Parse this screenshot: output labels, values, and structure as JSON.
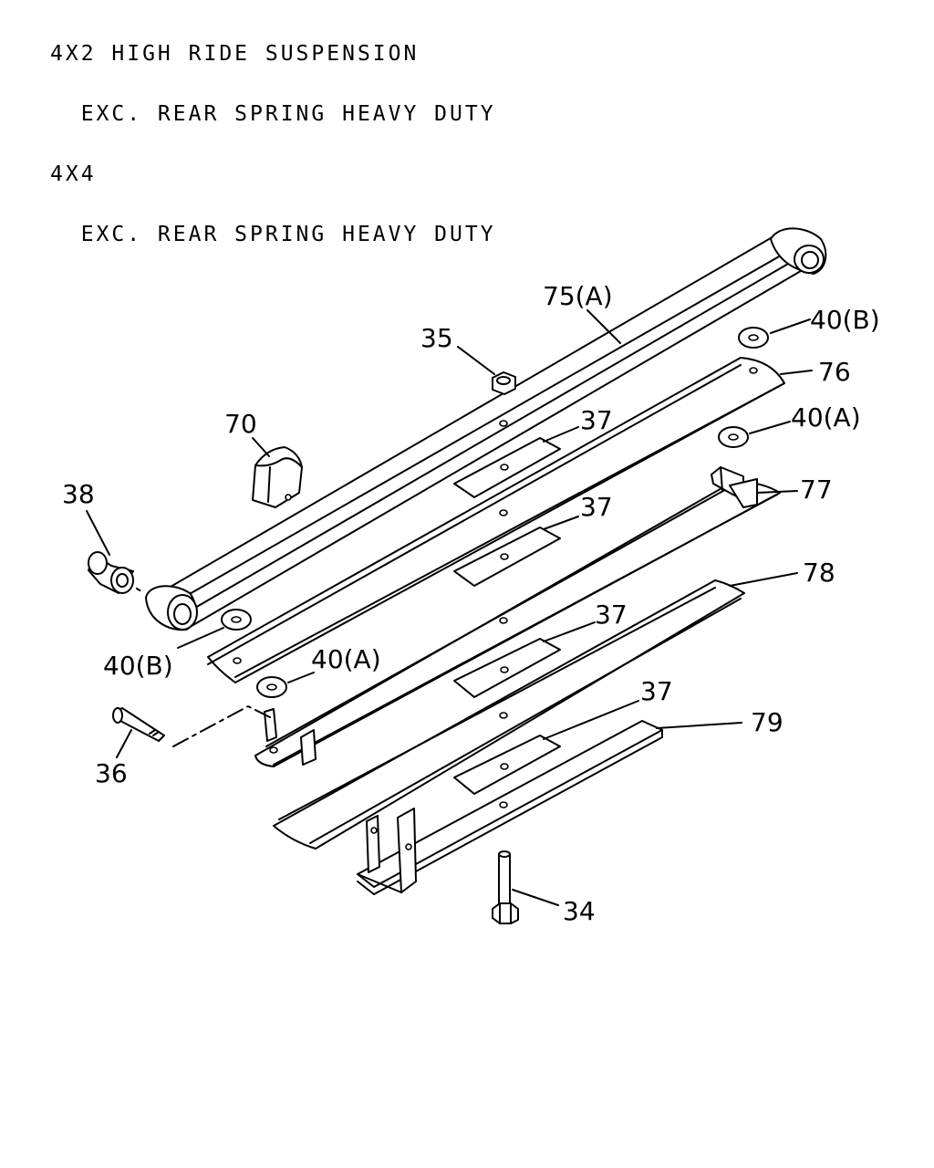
{
  "header": {
    "line1": "4X2 HIGH RIDE SUSPENSION",
    "line2": "  EXC. REAR SPRING HEAVY DUTY",
    "line3": "4X4",
    "line4": "  EXC. REAR SPRING HEAVY DUTY"
  },
  "callouts": {
    "c75a": "75(A)",
    "c35": "35",
    "c40b_top": "40(B)",
    "c76": "76",
    "c40a_top": "40(A)",
    "c70": "70",
    "c37_1": "37",
    "c77": "77",
    "c38": "38",
    "c37_2": "37",
    "c78": "78",
    "c37_3": "37",
    "c40b_bottom": "40(B)",
    "c40a_bottom": "40(A)",
    "c37_4": "37",
    "c79": "79",
    "c36": "36",
    "c34": "34"
  }
}
